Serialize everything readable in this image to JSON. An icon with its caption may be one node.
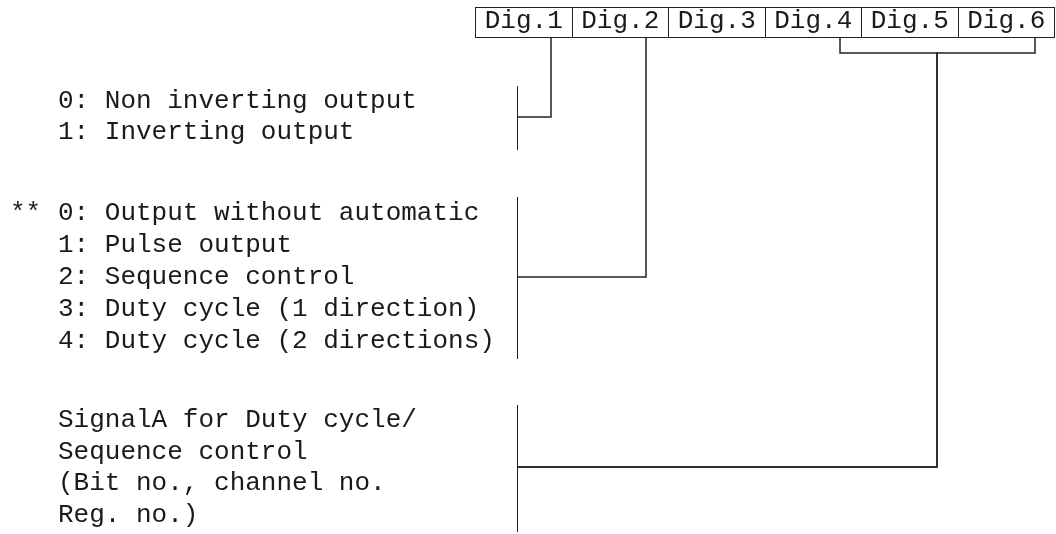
{
  "diagram": {
    "nodes": [
      {
        "text": [
          "Dig.1"
        ]
      },
      {
        "text": [
          "Dig.2"
        ]
      },
      {
        "text": [
          "Dig.3"
        ]
      },
      {
        "text": [
          "Dig.4"
        ]
      },
      {
        "text": [
          "Dig.5"
        ]
      },
      {
        "text": [
          "Dig.6"
        ]
      },
      {
        "text": [
          "0: Non inverting output",
          "1: Inverting output"
        ]
      },
      {
        "text": [
          "0: Output without automatic",
          "1: Pulse output",
          "2: Sequence control",
          "3: Duty cycle (1 direction)",
          "4: Duty cycle (2 directions)"
        ],
        "beside": [
          "**"
        ]
      },
      {
        "text": [
          "SignalA for Duty cycle/ Sequence control (Bit no., channel no. Reg. no.)"
        ]
      }
    ],
    "edges": [
      {
        "from": 0,
        "to": 6,
        "arrow": "none"
      },
      {
        "from": 1,
        "to": 7,
        "arrow": "none"
      },
      {
        "from": 3,
        "to": 8,
        "arrow": "none"
      },
      {
        "from": 5,
        "to": 8,
        "arrow": "none"
      }
    ]
  }
}
